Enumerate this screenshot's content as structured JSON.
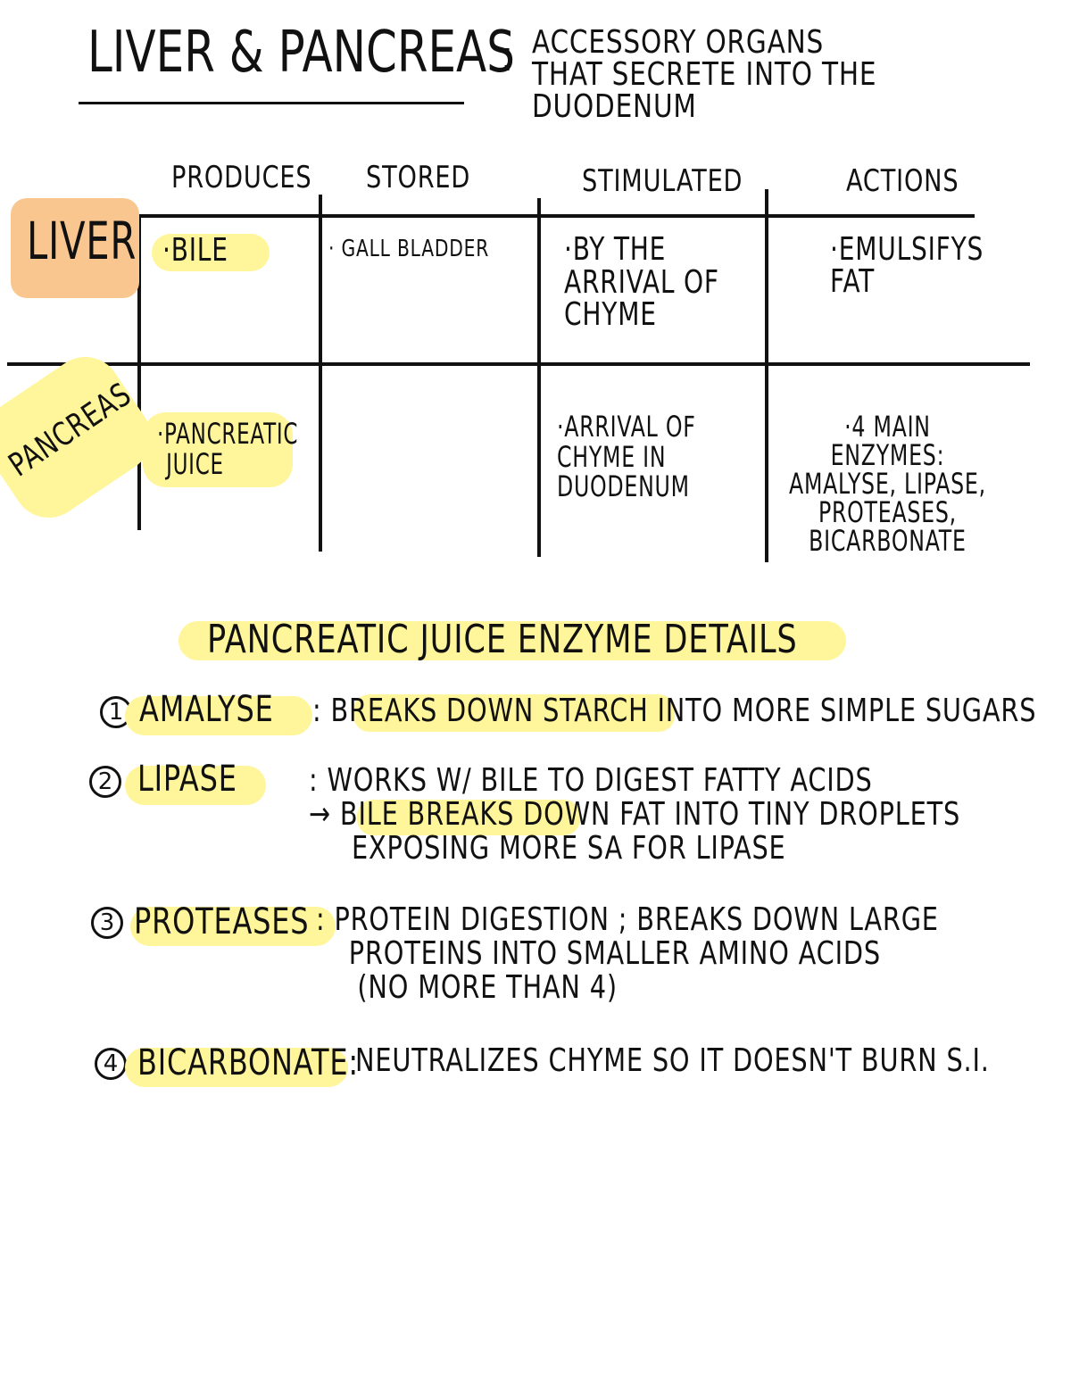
{
  "header": {
    "title": "LIVER & PANCREAS",
    "colon": ":",
    "subtitle": [
      "ACCESSORY ORGANS",
      "THAT SECRETE INTO THE",
      "DUODENUM"
    ]
  },
  "table": {
    "columns": [
      "PRODUCES",
      "STORED",
      "STIMULATED",
      "ACTIONS"
    ],
    "rows": [
      {
        "label": "LIVER",
        "produces": [
          "·BILE"
        ],
        "stored": [
          "· GALL BLADDER"
        ],
        "stimulated": [
          "·BY THE",
          "ARRIVAL OF",
          "CHYME"
        ],
        "actions": [
          "·EMULSIFYS",
          "FAT"
        ]
      },
      {
        "label": "PANCREAS",
        "produces": [
          "·PANCREATIC",
          "JUICE"
        ],
        "stored": [],
        "stimulated": [
          "·ARRIVAL OF",
          "CHYME IN",
          "DUODENUM"
        ],
        "actions": [
          "·4 MAIN",
          "ENZYMES:",
          "AMALYSE, LIPASE,",
          "PROTEASES,",
          "BICARBONATE"
        ]
      }
    ]
  },
  "section": {
    "title": "PANCREATIC JUICE ENZYME DETAILS",
    "enzymes": [
      {
        "number": "1",
        "name": "AMALYSE",
        "lines": [
          ": BREAKS DOWN STARCH INTO MORE SIMPLE SUGARS"
        ]
      },
      {
        "number": "2",
        "name": "LIPASE",
        "lines": [
          ": WORKS W/ BILE TO DIGEST FATTY ACIDS",
          "→ BILE BREAKS DOWN FAT INTO TINY DROPLETS",
          "EXPOSING MORE SA FOR LIPASE"
        ]
      },
      {
        "number": "3",
        "name": "PROTEASES",
        "lines": [
          ": PROTEIN DIGESTION ; BREAKS DOWN LARGE",
          "PROTEINS INTO SMALLER AMINO ACIDS",
          "(NO MORE THAN 4)"
        ]
      },
      {
        "number": "4",
        "name": "BICARBONATE:",
        "lines": [
          "NEUTRALIZES CHYME SO IT DOESN'T BURN S.I."
        ]
      }
    ]
  },
  "colors": {
    "highlight_yellow": "#fff59a",
    "highlight_orange": "#f9c690",
    "ink": "#111111"
  }
}
